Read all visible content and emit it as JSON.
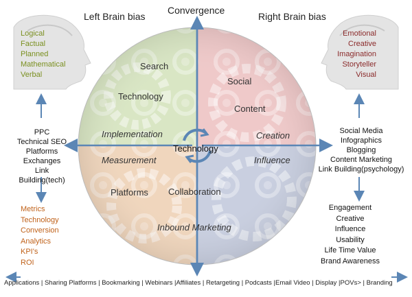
{
  "headers": {
    "left": "Left Brain bias",
    "top": "Convergence",
    "right": "Right Brain bias"
  },
  "left_traits": [
    "Logical",
    "Factual",
    "Planned",
    "Mathematical",
    "Verbal"
  ],
  "right_traits": [
    "Emotional",
    "Creative",
    "Imagination",
    "Storyteller",
    "Visual"
  ],
  "left_tactics": [
    "PPC",
    "Technical SEO",
    "Platforms",
    "Exchanges",
    "Link",
    "Building(tech)"
  ],
  "right_tactics": [
    "Social Media",
    "Infographics",
    "Blogging",
    "Content Marketing",
    "Link Building(psychology)"
  ],
  "left_metrics": [
    "Metrics",
    "Technology",
    "Conversion",
    "Analytics",
    "KPI's",
    "ROI"
  ],
  "right_metrics": [
    "Engagement",
    "Creative",
    "Influence",
    "Usability",
    "Life Time Value",
    "Brand Awareness"
  ],
  "quadrants": {
    "search": "Search",
    "technology_top": "Technology",
    "implementation": "Implementation",
    "social": "Social",
    "content": "Content",
    "creation": "Creation",
    "measurement": "Measurement",
    "platforms": "Platforms",
    "influence": "Influence",
    "collaboration": "Collaboration",
    "inbound_marketing": "Inbound Marketing",
    "center": "Technology"
  },
  "footer": "Applications | Sharing Platforms | Bookmarking | Webinars |Affiliates | Retargeting | Podcasts |Email  Video | Display |POVs> | Branding",
  "colors": {
    "left_traits": "#7a8f1f",
    "right_traits": "#8a2a2a",
    "left_metrics": "#c0621a",
    "arrow": "#5b86b5",
    "q_top_left": "#d9e6c4",
    "q_top_right": "#efc9c9",
    "q_bottom_left": "#f0d6bd",
    "q_bottom_right": "#c9cfe0"
  }
}
